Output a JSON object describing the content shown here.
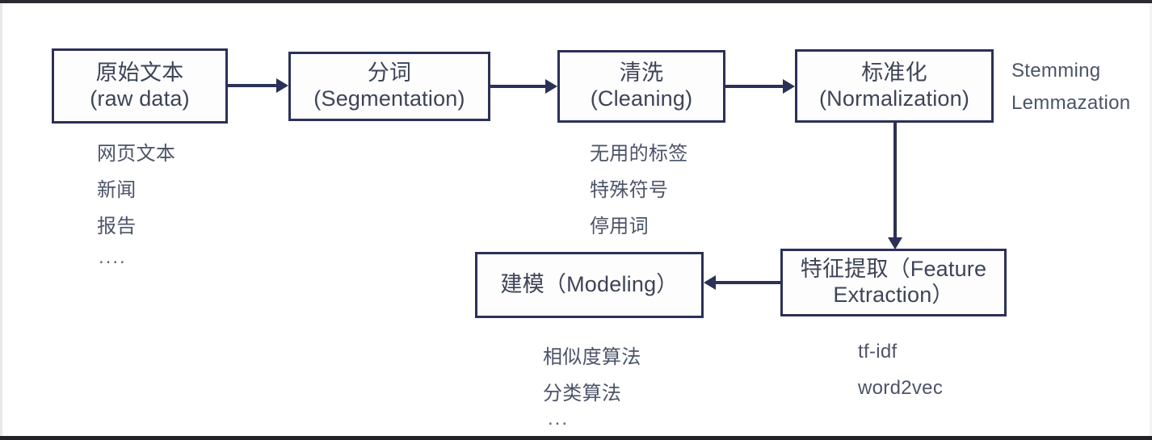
{
  "diagram": {
    "title": "NLP text processing pipeline flowchart",
    "accent_color": "#2b3157",
    "text_color": "#3c4456",
    "note_color": "#4b5468",
    "background": "#ffffff"
  },
  "nodes": {
    "raw": {
      "line1": "原始文本",
      "line2": "(raw data)"
    },
    "segmentation": {
      "line1": "分词",
      "line2": "(Segmentation)"
    },
    "cleaning": {
      "line1": "清洗",
      "line2": "(Cleaning)"
    },
    "normalization": {
      "line1": "标准化",
      "line2": "(Normalization)"
    },
    "modeling": {
      "line1": "建模（Modeling）",
      "line2": ""
    },
    "feature_extraction": {
      "line1": "特征提取（Feature",
      "line2": "Extraction）"
    }
  },
  "notes": {
    "raw_examples": [
      "网页文本",
      "新闻",
      "报告",
      "...."
    ],
    "cleaning_examples": [
      "无用的标签",
      "特殊符号",
      "停用词"
    ],
    "normalization_examples": [
      "Stemming",
      "Lemmazation"
    ],
    "modeling_examples": [
      "相似度算法",
      "分类算法",
      "..."
    ],
    "feature_examples": [
      "tf-idf",
      "word2vec"
    ]
  },
  "connections": [
    {
      "from": "raw",
      "to": "segmentation",
      "direction": "right"
    },
    {
      "from": "segmentation",
      "to": "cleaning",
      "direction": "right"
    },
    {
      "from": "cleaning",
      "to": "normalization",
      "direction": "right"
    },
    {
      "from": "normalization",
      "to": "feature_extraction",
      "direction": "down"
    },
    {
      "from": "feature_extraction",
      "to": "modeling",
      "direction": "left"
    }
  ]
}
